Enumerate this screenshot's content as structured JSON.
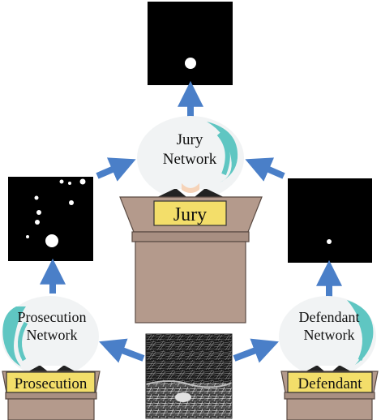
{
  "jury": {
    "network_label_line1": "Jury",
    "network_label_line2": "Network",
    "plaque": "Jury"
  },
  "prosecution": {
    "network_label_line1": "Prosecution",
    "network_label_line2": "Network",
    "plaque": "Prosecution"
  },
  "defendant": {
    "network_label_line1": "Defendant",
    "network_label_line2": "Network",
    "plaque": "Defendant"
  },
  "colors": {
    "arrow": "#4a7fc8",
    "podium": "#b49a8c",
    "podium_edge": "#5a4a42",
    "plaque_fill": "#f3de6a",
    "hair": "#5fc6c2",
    "suit": "#222222",
    "collar": "#ffffff",
    "skin": "#f6d3b8",
    "mask_bg": "#000000",
    "mask_blob": "#ffffff"
  },
  "icons": [
    "arrow-icon",
    "judge-figure-icon",
    "podium-icon",
    "segmentation-mask-icon",
    "input-image-icon"
  ]
}
